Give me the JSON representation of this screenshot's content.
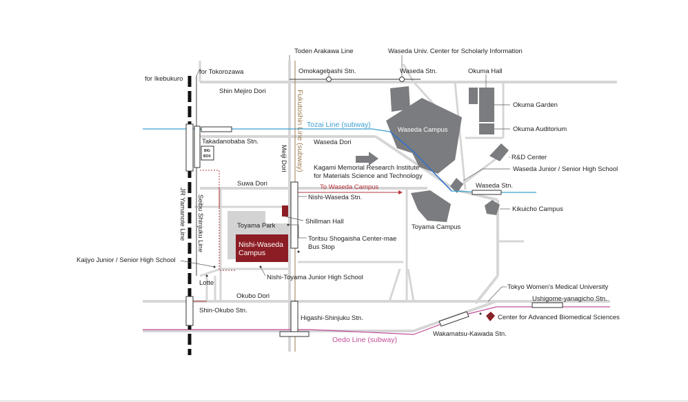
{
  "colors": {
    "road": "#d6d6d6",
    "building": "#7b7c7f",
    "campus_red": "#8c1d24",
    "tozai": "#3a9fd0",
    "oedo": "#c04d97",
    "fukutoshin": "#9a7a4f",
    "route_red": "#b5343a",
    "tozai_underground": "#2e6fd1"
  },
  "railways": {
    "toden": "Toden Arakawa Line",
    "tozai": "Tozai Line (subway)",
    "oedo": "Oedo Line (subway)",
    "fukutoshin": "Fukutoshin Line (subway)",
    "jr": "JR Yamanote Line",
    "seibu": "Seibu Shinjuku Line",
    "for_ikebukuro": "for Ikebukuro",
    "for_tokorozawa": "for Tokorozawa"
  },
  "stations": {
    "omokagebashi": "Omokagebashi Stn.",
    "waseda_toden": "Waseda Stn.",
    "takadanobaba": "Takadanobaba Stn.",
    "waseda_tozai": "Waseda Stn.",
    "nishi_waseda": "Nishi-Waseda Stn.",
    "higashi_shinjuku": "Higashi-Shinjuku Stn.",
    "shin_okubo": "Shin-Okubo Stn.",
    "wakamatsu_kawada": "Wakamatsu-Kawada Stn.",
    "ushigome_yanagicho": "Ushigome-yanagicho Stn."
  },
  "roads": {
    "shin_mejiro": "Shin Mejiro Dori",
    "waseda_dori": "Waseda Dori",
    "suwa_dori": "Suwa Dori",
    "okubo_dori": "Okubo Dori",
    "meiji_dori": "Meiji Dori"
  },
  "places": {
    "scholarly_info": "Waseda Univ. Center for Scholarly Information",
    "okuma_hall": "Okuma Hall",
    "okuma_garden": "Okuma Garden",
    "okuma_auditorium": "Okuma Auditorium",
    "waseda_campus": "Waseda Campus",
    "rd_center": "R&D Center",
    "junior_senior_high": "Waseda Junior / Senior High School",
    "kikuicho": "Kikuicho Campus",
    "toyama_campus": "Toyama Campus",
    "kagami_line1": "Kagami Memorial Research Institute",
    "kagami_line2": "for Materials Science and Technology",
    "to_waseda_campus": "To Waseda Campus",
    "shillman_hall": "Shillman Hall",
    "toyama_park": "Toyama Park",
    "nishi_waseda_campus_line1": "Nishi-Waseda",
    "nishi_waseda_campus_line2": "Campus",
    "bus_stop_line1": "Toritsu Shogaisha Center-mae",
    "bus_stop_line2": "Bus Stop",
    "kaijyo": "Kaijyo Junior / Senior High School",
    "nishi_toyama": "Nishi-Toyama Junior High School",
    "lotte": "Lotte",
    "big_box_line1": "BIG",
    "big_box_line2": "BOX",
    "twmu": "Tokyo Women's Medical University",
    "biomedical": "Center for Advanced Biomedical Sciences"
  }
}
